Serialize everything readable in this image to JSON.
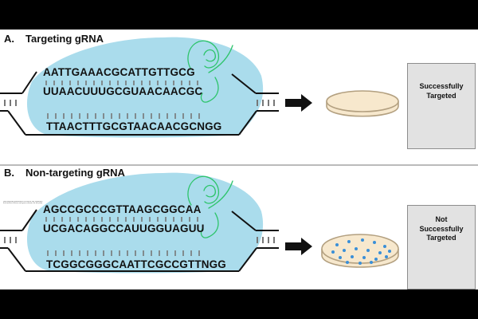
{
  "panels": [
    {
      "label": "A.",
      "title": "Targeting gRNA",
      "grna_seq": "AATTGAAACGCATTGTTGCG",
      "rna_seq": "UUAACUUUGCGUAACAACGC",
      "dna_seq": "TTAACTTTGCGTAACAACGCNGG",
      "result": {
        "lines": [
          "Successfully",
          "Targeted"
        ],
        "icon": "check-icon",
        "icon_color": "#5cbf31"
      },
      "dish": "clear-dish",
      "note_lines": []
    },
    {
      "label": "B.",
      "title": "Non-targeting gRNA",
      "grna_seq": "AGCCGCCCGTTAAGCGGCAA",
      "rna_seq": "UCGACAGGCCAUUGGUAGUU",
      "dna_seq": "TCGGCGGGCAATTCGCCGTTNGG",
      "result": {
        "lines": [
          "Not",
          "Successfully",
          "Targeted"
        ],
        "icon": "cross-icon",
        "icon_color": "#e03030"
      },
      "dish": "colonies-dish",
      "note_lines": [
        "Non-targeting gRNA does not match any sequence in the genome so Cas9 cannot bind or cut the DNA here",
        "the bacteria survive and grow colonies on the plate because no cut is made by Cas9 nuclease complex"
      ]
    }
  ],
  "colors": {
    "cas9_blob": "#aadcec",
    "grna_strand": "#2dc46a",
    "dish_fill": "#f7e8cd",
    "dish_rim": "#b3a080",
    "colony": "#3a8fd8",
    "divider": "#bbbbbb",
    "box_bg": "#e2e2e2"
  }
}
